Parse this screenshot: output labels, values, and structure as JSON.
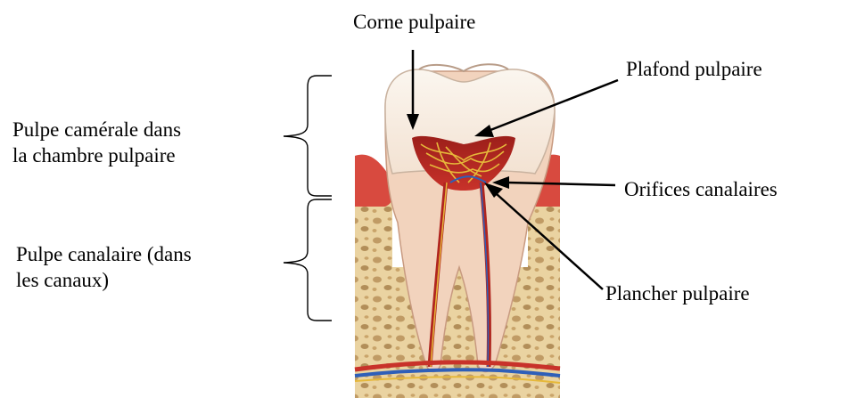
{
  "labels": {
    "corne": "Corne pulpaire",
    "plafond": "Plafond pulpaire",
    "orifices": "Orifices canalaires",
    "plancher": "Plancher pulpaire",
    "camerale_line1": "Pulpe camérale dans",
    "camerale_line2": "la chambre pulpaire",
    "canalaire_line1": "Pulpe canalaire (dans",
    "canalaire_line2": "les canaux)"
  },
  "colors": {
    "enamel": "#f7efe6",
    "dentin": "#f2d3bd",
    "pulp": "#c8322a",
    "bone": "#e8cf9a",
    "gum": "#d84a3f",
    "nerve": "#e6b83a",
    "vein": "#2f5fb8"
  }
}
